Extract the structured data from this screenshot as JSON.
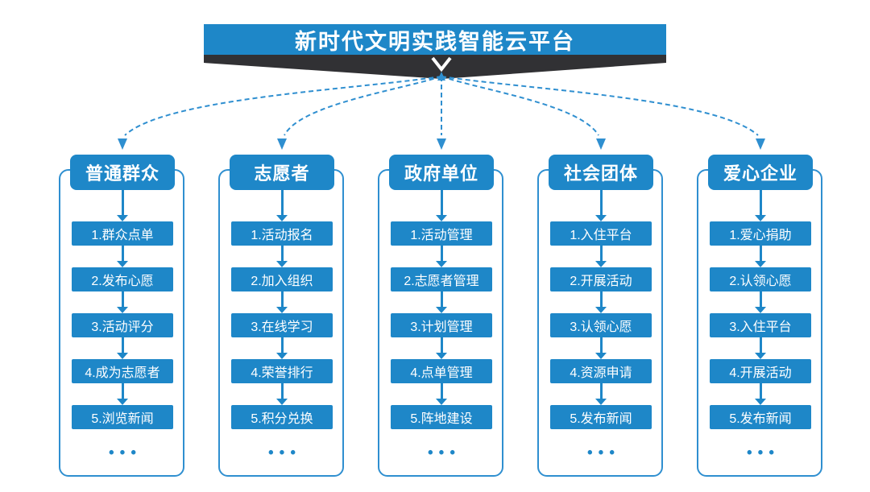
{
  "title": "新时代文明实践智能云平台",
  "ellipsis": "•••",
  "colors": {
    "primary": "#1e87c8",
    "line": "#2f8fd0",
    "dark": "#313134",
    "background": "#ffffff",
    "box_text": "#ffffff"
  },
  "columns": [
    {
      "header": "普通群众",
      "steps": [
        "1.群众点单",
        "2.发布心愿",
        "3.活动评分",
        "4.成为志愿者",
        "5.浏览新闻"
      ]
    },
    {
      "header": "志愿者",
      "steps": [
        "1.活动报名",
        "2.加入组织",
        "3.在线学习",
        "4.荣誉排行",
        "5.积分兑换"
      ]
    },
    {
      "header": "政府单位",
      "steps": [
        "1.活动管理",
        "2.志愿者管理",
        "3.计划管理",
        "4.点单管理",
        "5.阵地建设"
      ]
    },
    {
      "header": "社会团体",
      "steps": [
        "1.入住平台",
        "2.开展活动",
        "3.认领心愿",
        "4.资源申请",
        "5.发布新闻"
      ]
    },
    {
      "header": "爱心企业",
      "steps": [
        "1.爱心捐助",
        "2.认领心愿",
        "3.入住平台",
        "4.开展活动",
        "5.发布新闻"
      ]
    }
  ]
}
